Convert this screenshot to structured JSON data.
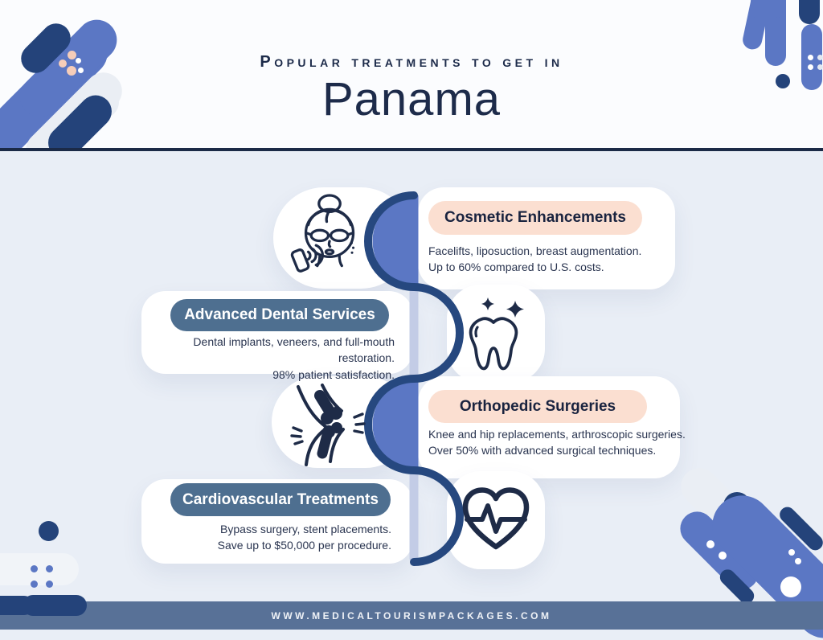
{
  "header": {
    "subtitle": "Popular treatments to get in",
    "title": "Panama"
  },
  "sections": [
    {
      "label": "Cosmetic Enhancements",
      "line1": "Facelifts, liposuction, breast augmentation.",
      "line2": "Up to 60% compared to U.S. costs.",
      "icon": "facial-treatment-icon",
      "pill_style": "peach",
      "side": "right"
    },
    {
      "label": "Advanced Dental Services",
      "line1": "Dental implants, veneers, and full-mouth restoration.",
      "line2": "98% patient satisfaction.",
      "icon": "tooth-sparkle-icon",
      "pill_style": "slate",
      "side": "left"
    },
    {
      "label": "Orthopedic Surgeries",
      "line1": "Knee and hip replacements, arthroscopic surgeries.",
      "line2": "Over 50% with advanced surgical techniques.",
      "icon": "knee-joint-icon",
      "pill_style": "peach",
      "side": "right"
    },
    {
      "label": "Cardiovascular Treatments",
      "line1": "Bypass surgery, stent placements.",
      "line2": "Save up to $50,000 per procedure.",
      "icon": "heart-pulse-icon",
      "pill_style": "slate",
      "side": "left"
    }
  ],
  "footer": {
    "website": "www.medicaltourismpackages.com"
  },
  "colors": {
    "navy_text": "#1d2b4a",
    "blue": "#5b77c4",
    "navy_shape": "#24437a",
    "curve": "#26487f",
    "strip": "#c3cce6",
    "peach_pill": "#fbdfd1",
    "slate_pill": "#4e6f90",
    "peach_dot": "#f6cdb9",
    "footer_bar": "#587197"
  }
}
